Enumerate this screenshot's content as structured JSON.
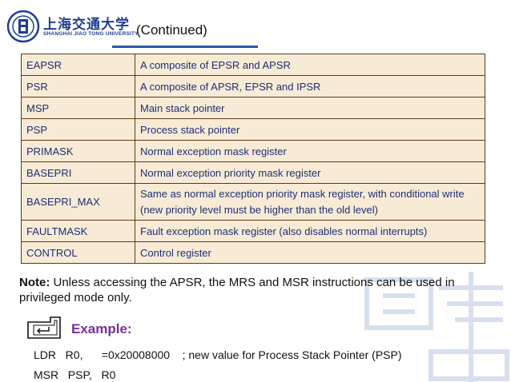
{
  "header": {
    "logo_cn": "上海交通大学",
    "logo_en": "SHANGHAI JIAO TONG UNIVERSITY",
    "title": "(Continued)"
  },
  "table": {
    "rows": [
      [
        "EAPSR",
        "A composite of EPSR and APSR"
      ],
      [
        "PSR",
        "A composite of APSR, EPSR and IPSR"
      ],
      [
        "MSP",
        "Main stack pointer"
      ],
      [
        "PSP",
        "Process stack pointer"
      ],
      [
        "PRIMASK",
        "Normal exception mask register"
      ],
      [
        "BASEPRI",
        "Normal exception priority mask register"
      ],
      [
        "BASEPRI_MAX",
        "Same as normal exception priority mask register, with conditional write (new priority level must be higher than the old level)"
      ],
      [
        "FAULTMASK",
        "Fault exception mask register (also disables normal interrupts)"
      ],
      [
        "CONTROL",
        "Control register"
      ]
    ]
  },
  "note": {
    "label": "Note:",
    "text": " Unless accessing the APSR, the MRS and MSR instructions can be used in privileged mode only."
  },
  "example": {
    "label": "Example:",
    "line1": "LDR   R0,      =0x20008000    ; new value for Process Stack Pointer (PSP)",
    "line2": "MSR   PSP,   R0"
  },
  "colors": {
    "table_bg": "#f7ebd6",
    "table_text": "#1e2f73",
    "accent_blue": "#2f55a4",
    "example_purple": "#7a2f93"
  }
}
